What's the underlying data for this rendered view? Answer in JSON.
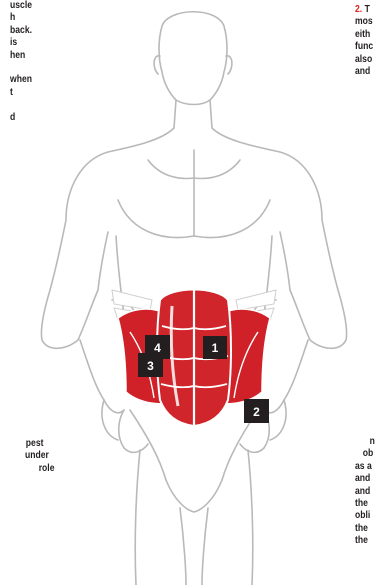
{
  "left_text": {
    "lines": [
      "uscle",
      "h",
      "back.",
      "is",
      "hen",
      "",
      "when",
      "t",
      "",
      "d"
    ]
  },
  "right_top_text": {
    "number": "2.",
    "first_line": " T",
    "lines": [
      "mos",
      "eith",
      "func",
      "also",
      "and"
    ]
  },
  "right_bottom_text": {
    "lines": [
      "n",
      "ob",
      "as a",
      "and",
      "and",
      "the",
      "obli",
      "the",
      "the"
    ]
  },
  "left_bottom_text": {
    "lines": [
      "pest",
      "under",
      "role"
    ]
  },
  "markers": [
    {
      "label": "1"
    },
    {
      "label": "2"
    },
    {
      "label": "3"
    },
    {
      "label": "4"
    }
  ],
  "colors": {
    "muscle_red": "#cf2127",
    "marker_fill": "#231f20",
    "outline": "#b9b9b9",
    "accent_number": "#e0201a"
  }
}
